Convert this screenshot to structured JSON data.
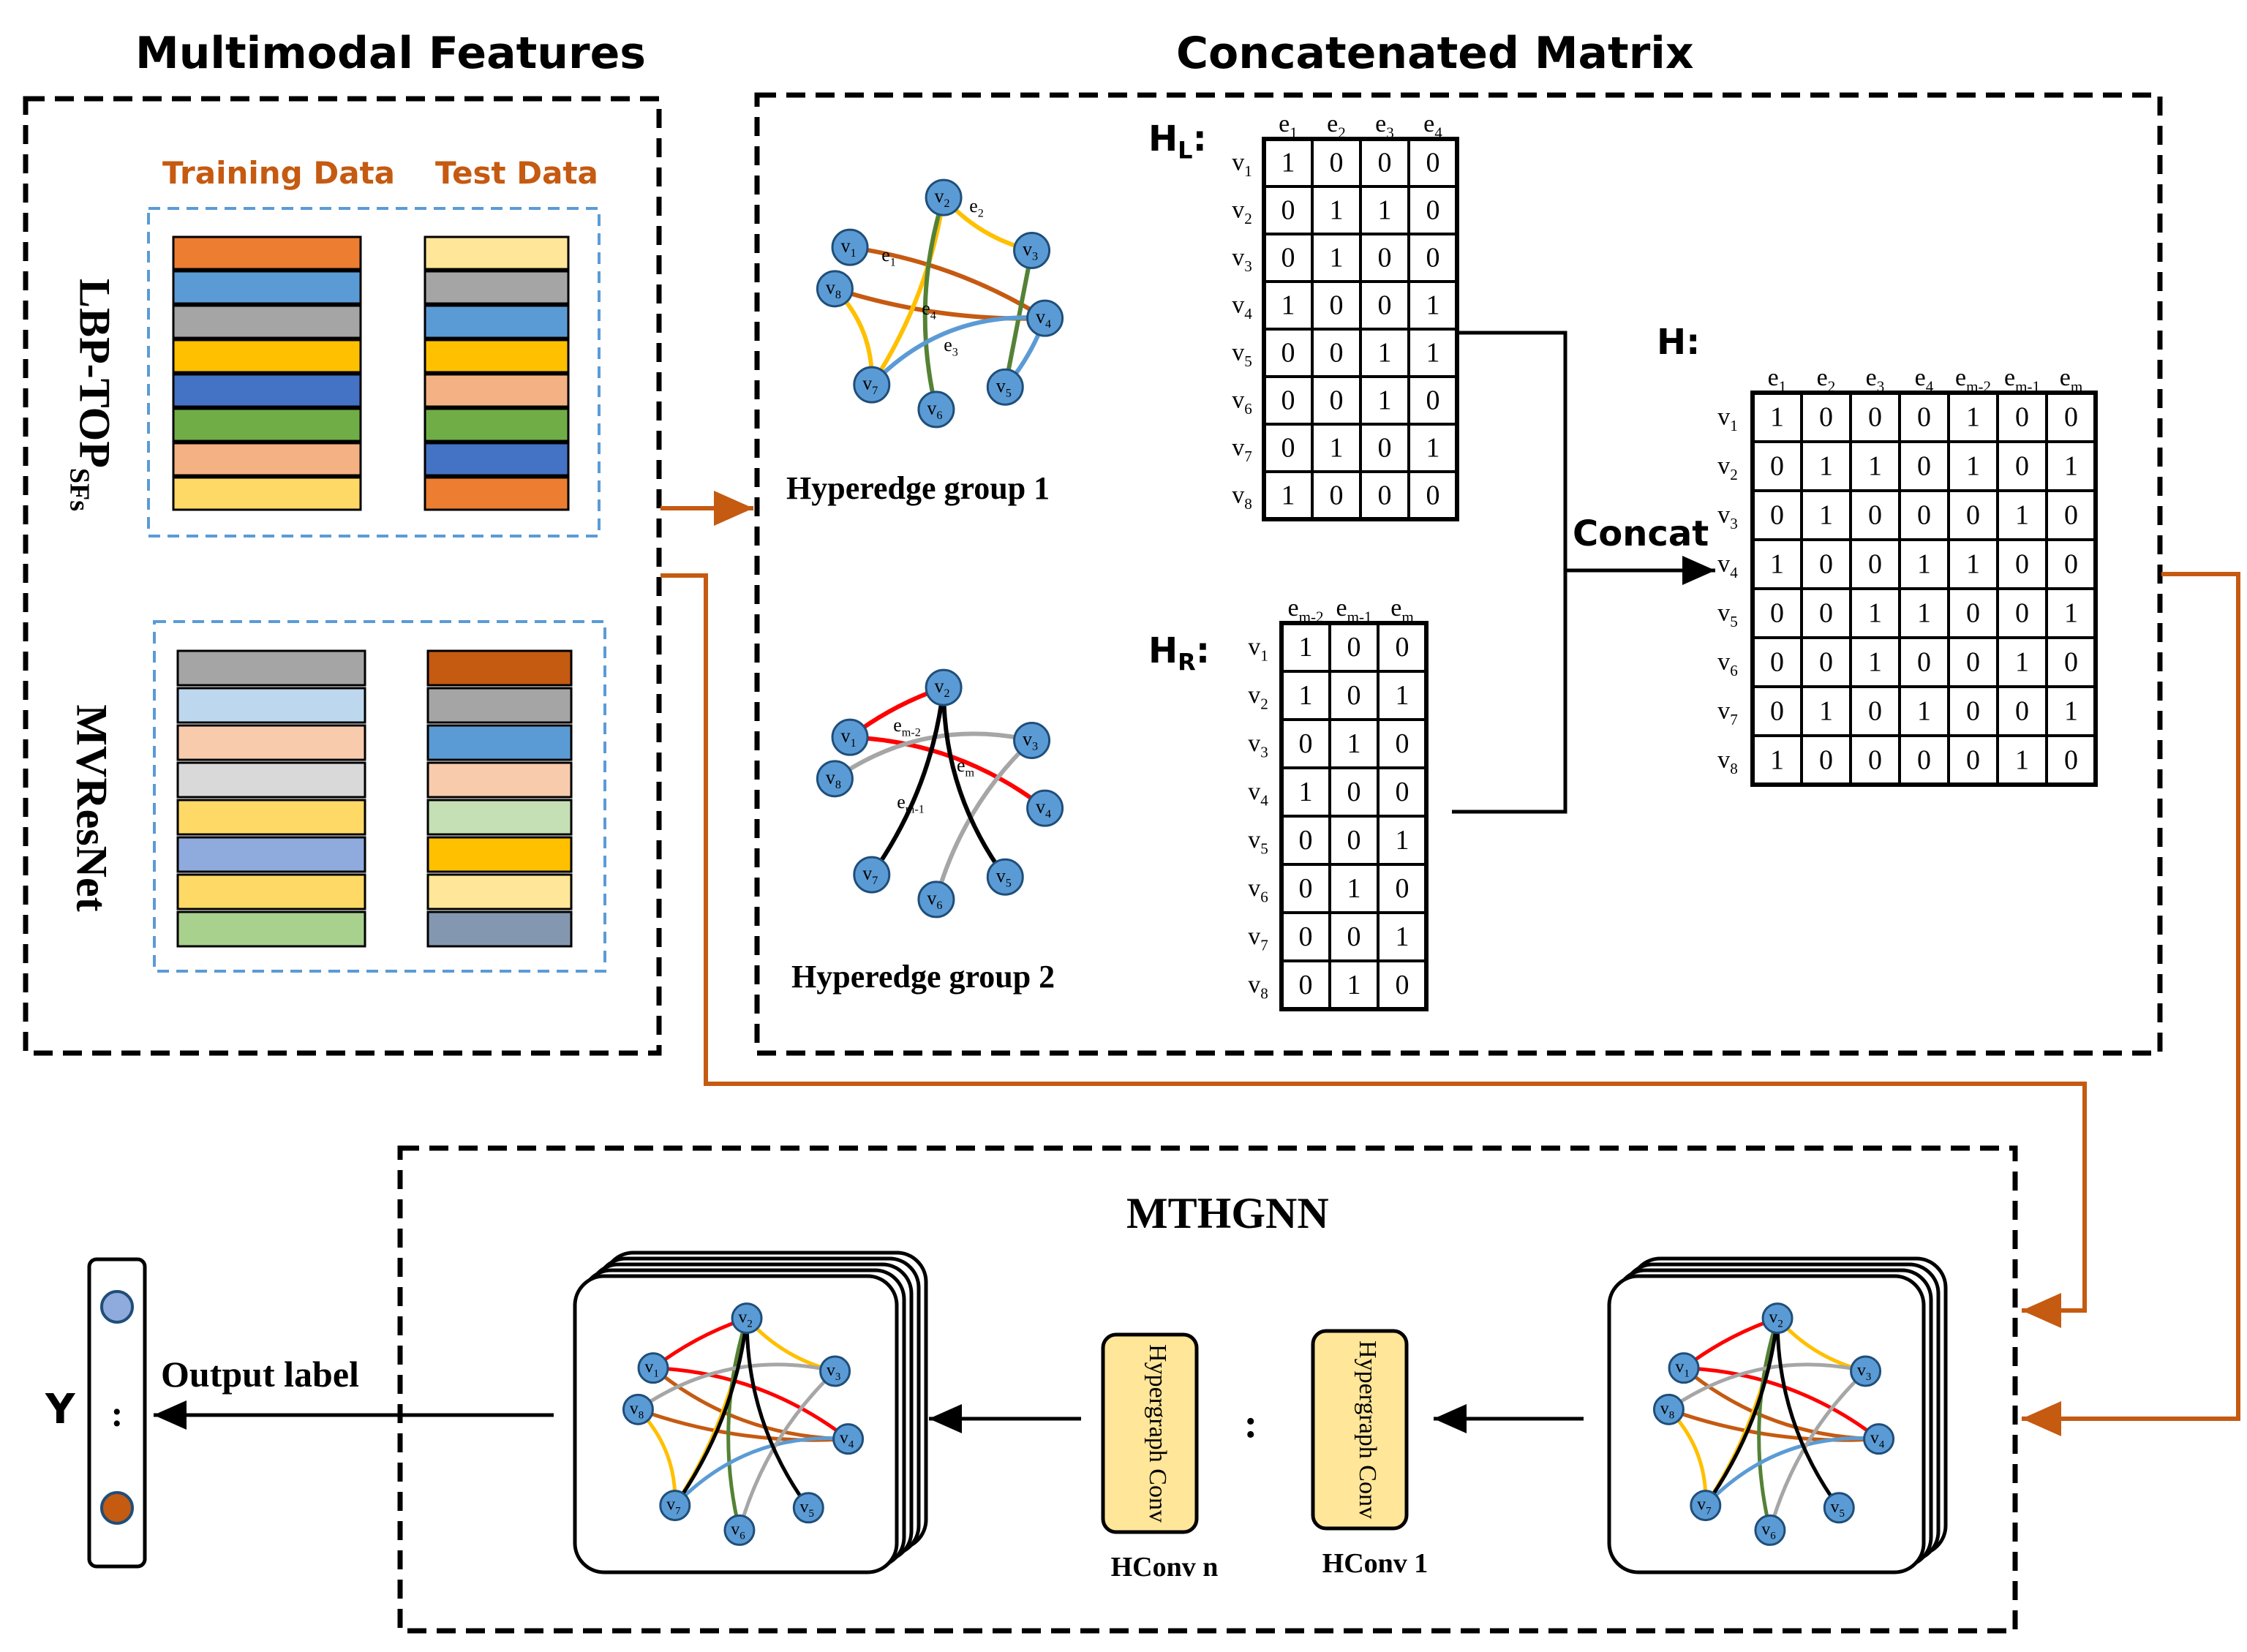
{
  "sections": {
    "multimodal": {
      "title": "Multimodal Features",
      "training_label": "Training Data",
      "test_label": "Test Data",
      "row1_label": "LBP-TOP",
      "row1_sub": "SFs",
      "row2_label": "MVResNet"
    },
    "concat": {
      "title": "Concatenated Matrix",
      "group1_label": "Hyperedge group 1",
      "group2_label": "Hyperedge group 2",
      "hl_label": "H",
      "hl_sub": "L",
      "hr_label": "H",
      "hr_sub": "R",
      "h_label": "H:",
      "concat_label": "Concat"
    },
    "model": {
      "title": "MTHGNN",
      "conv_block_text": "Hypergraph Conv",
      "conv_n_label": "HConv n",
      "conv_1_label": "HConv 1",
      "dots": ":",
      "output_label": "Output label",
      "y_label": "Y"
    }
  },
  "colors": {
    "accent_orange": "#c55a11",
    "node_blue": "#5b9bd5",
    "node_outline": "#1f4e79",
    "dashed_blue": "#5b9bd5",
    "conv_fill": "#ffe699",
    "conv_stroke": "#000000"
  },
  "training_stripes": [
    "#ed7d31",
    "#5b9bd5",
    "#a5a5a5",
    "#ffc000",
    "#4472c4",
    "#70ad47",
    "#f4b183",
    "#ffd966"
  ],
  "test_stripes": [
    "#ffe699",
    "#a5a5a5",
    "#5b9bd5",
    "#ffc000",
    "#f4b183",
    "#70ad47",
    "#4472c4",
    "#ed7d31"
  ],
  "training_stripes_2": [
    "#a5a5a5",
    "#bdd7ee",
    "#f8cbad",
    "#d9d9d9",
    "#ffd966",
    "#8faadc",
    "#ffd966",
    "#a9d18e"
  ],
  "test_stripes_2": [
    "#c55a11",
    "#a5a5a5",
    "#5b9bd5",
    "#f8cbad",
    "#c5e0b4",
    "#ffc000",
    "#ffe699",
    "#8497b0"
  ],
  "hl_matrix": {
    "cols": [
      "e1",
      "e2",
      "e3",
      "e4"
    ],
    "rows": [
      "v1",
      "v2",
      "v3",
      "v4",
      "v5",
      "v6",
      "v7",
      "v8"
    ],
    "values": [
      [
        1,
        0,
        0,
        0
      ],
      [
        0,
        1,
        1,
        0
      ],
      [
        0,
        1,
        0,
        0
      ],
      [
        1,
        0,
        0,
        1
      ],
      [
        0,
        0,
        1,
        1
      ],
      [
        0,
        0,
        1,
        0
      ],
      [
        0,
        1,
        0,
        1
      ],
      [
        1,
        0,
        0,
        0
      ]
    ]
  },
  "hr_matrix": {
    "cols": [
      "em-2",
      "em-1",
      "em"
    ],
    "rows": [
      "v1",
      "v2",
      "v3",
      "v4",
      "v5",
      "v6",
      "v7",
      "v8"
    ],
    "values": [
      [
        1,
        0,
        0
      ],
      [
        1,
        0,
        1
      ],
      [
        0,
        1,
        0
      ],
      [
        1,
        0,
        0
      ],
      [
        0,
        0,
        1
      ],
      [
        0,
        1,
        0
      ],
      [
        0,
        0,
        1
      ],
      [
        0,
        1,
        0
      ]
    ]
  },
  "h_matrix": {
    "cols": [
      "e1",
      "e2",
      "e3",
      "e4",
      "em-2",
      "em-1",
      "em"
    ],
    "rows": [
      "v1",
      "v2",
      "v3",
      "v4",
      "v5",
      "v6",
      "v7",
      "v8"
    ],
    "values": [
      [
        1,
        0,
        0,
        0,
        1,
        0,
        0
      ],
      [
        0,
        1,
        1,
        0,
        1,
        0,
        1
      ],
      [
        0,
        1,
        0,
        0,
        0,
        1,
        0
      ],
      [
        1,
        0,
        0,
        1,
        1,
        0,
        0
      ],
      [
        0,
        0,
        1,
        1,
        0,
        0,
        1
      ],
      [
        0,
        0,
        1,
        0,
        0,
        1,
        0
      ],
      [
        0,
        1,
        0,
        1,
        0,
        0,
        1
      ],
      [
        1,
        0,
        0,
        0,
        0,
        1,
        0
      ]
    ]
  },
  "graph_nodes": [
    "v1",
    "v2",
    "v3",
    "v4",
    "v5",
    "v6",
    "v7",
    "v8"
  ],
  "group1_edge_labels": [
    "e1",
    "e2",
    "e3",
    "e4"
  ],
  "group2_edge_labels": [
    "em-2",
    "em-1",
    "em"
  ]
}
